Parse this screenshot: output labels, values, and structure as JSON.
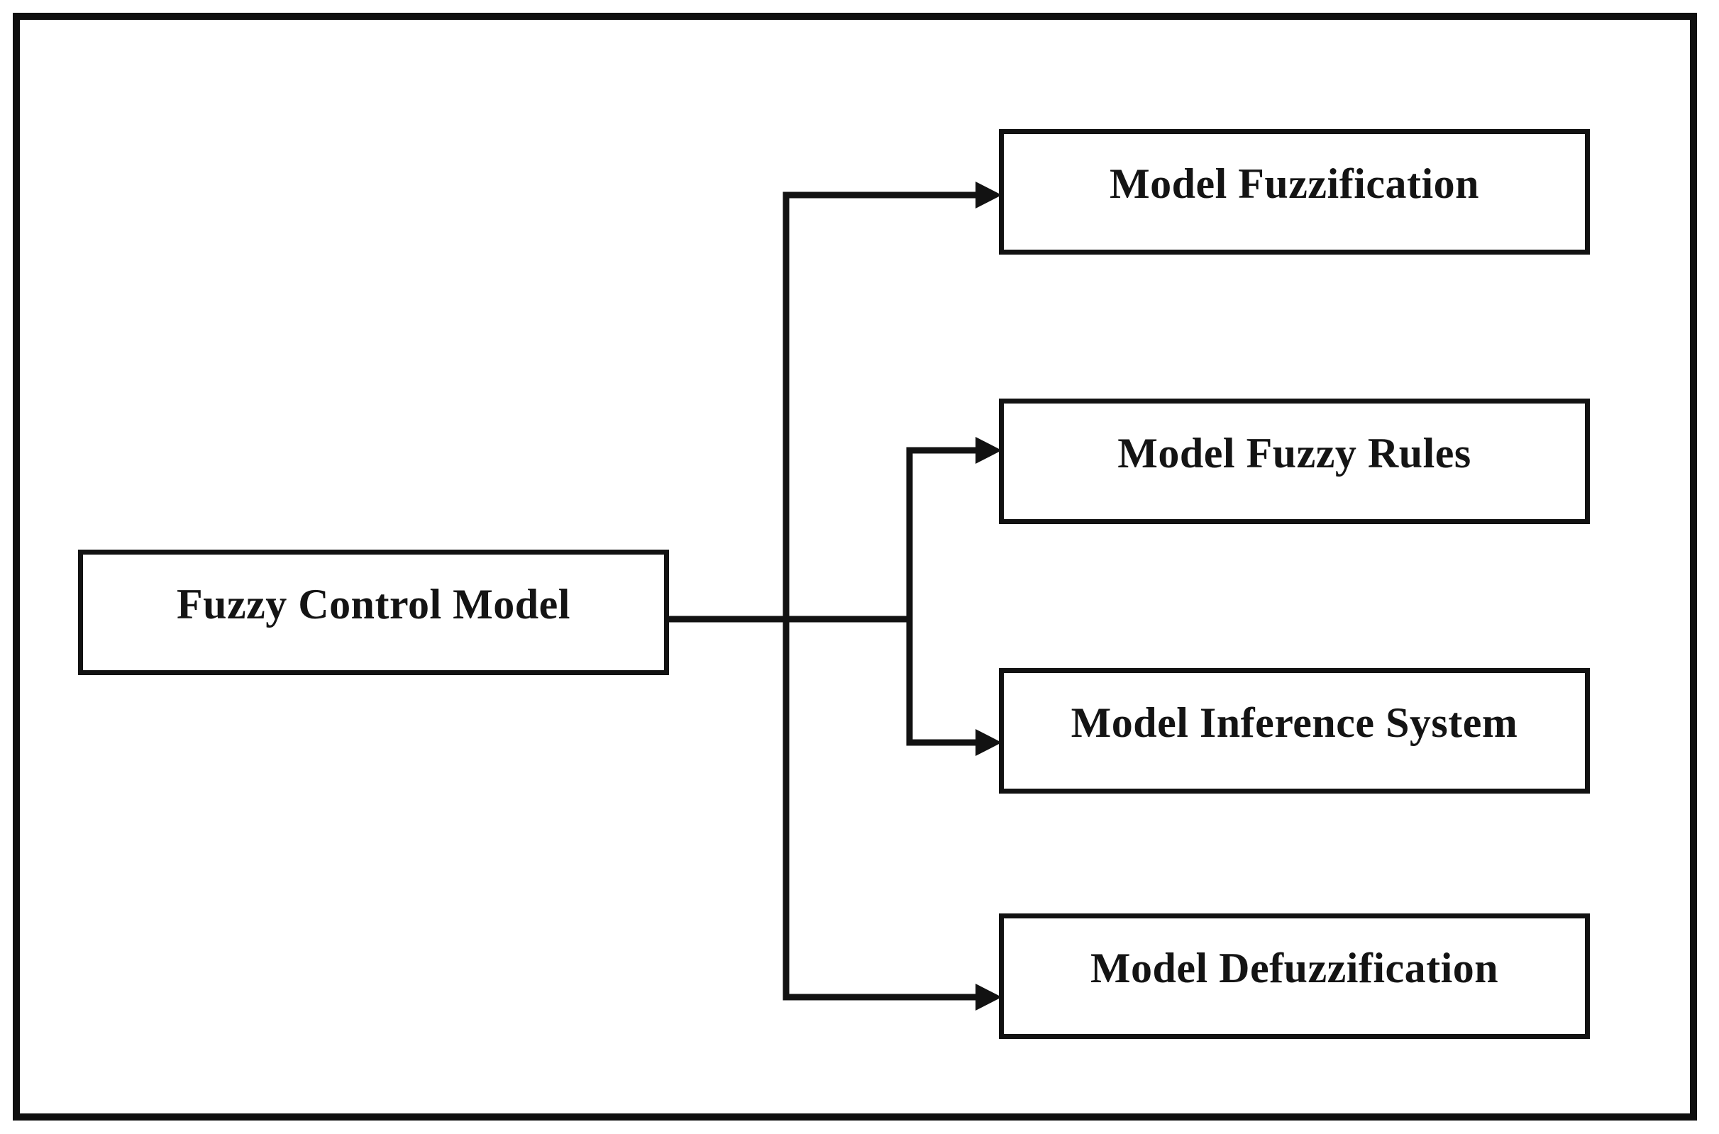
{
  "diagram": {
    "root": {
      "label": "Fuzzy Control Model"
    },
    "children": [
      {
        "label": "Model Fuzzification"
      },
      {
        "label": "Model Fuzzy Rules"
      },
      {
        "label": "Model Inference System"
      },
      {
        "label": "Model Defuzzification"
      }
    ]
  },
  "colors": {
    "stroke": "#121212",
    "background": "#ffffff"
  }
}
